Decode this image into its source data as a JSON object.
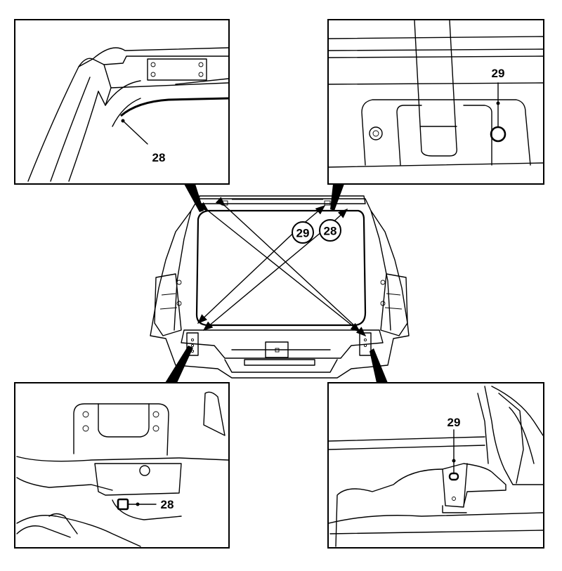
{
  "callouts": {
    "top_left_label": "28",
    "top_right_label": "29",
    "center_circle_a": "29",
    "center_circle_b": "28",
    "bottom_left_label": "28",
    "bottom_right_label": "29"
  }
}
